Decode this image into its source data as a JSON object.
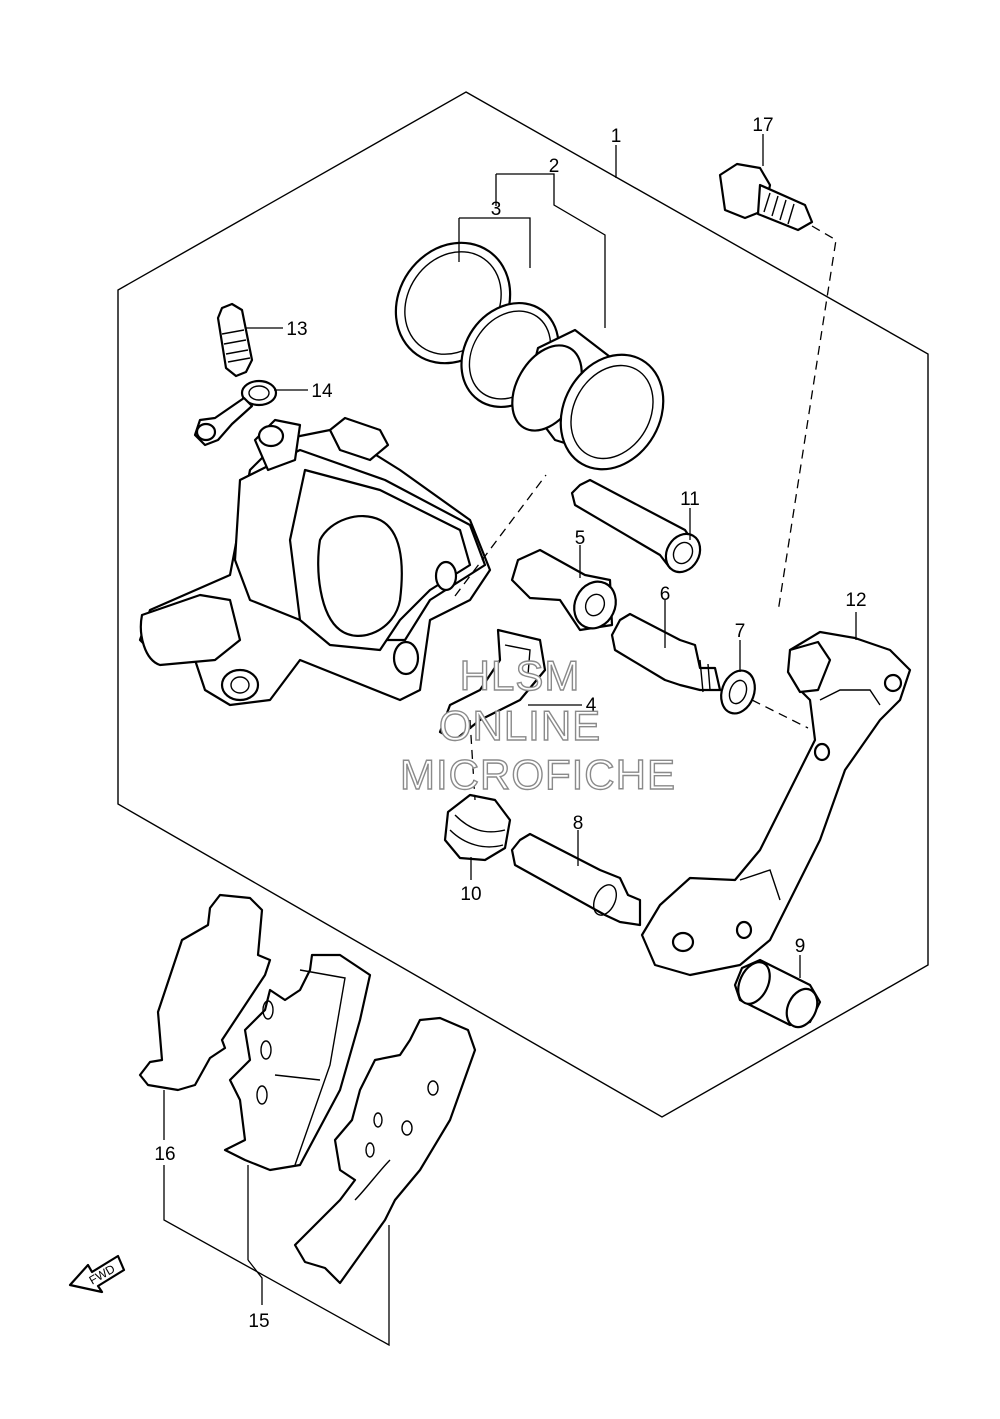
{
  "labels": {
    "p1": "1",
    "p2": "2",
    "p3": "3",
    "p4": "4",
    "p5": "5",
    "p6": "6",
    "p7": "7",
    "p8": "8",
    "p9": "9",
    "p10": "10",
    "p11": "11",
    "p12": "12",
    "p13": "13",
    "p14": "14",
    "p15": "15",
    "p16": "16",
    "p17": "17"
  },
  "watermark": {
    "line1": "HLSM",
    "line2": "ONLINE",
    "line3": "MICROFICHE"
  },
  "fwd": "FWD"
}
